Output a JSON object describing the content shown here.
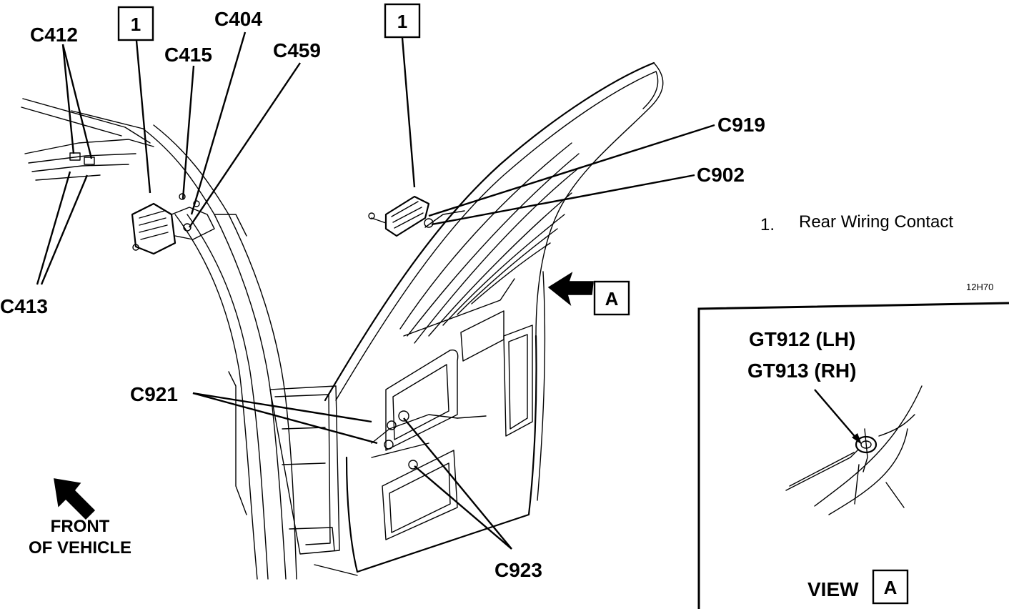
{
  "callouts": {
    "c412": "C412",
    "c413": "C413",
    "c404": "C404",
    "c415": "C415",
    "c459": "C459",
    "c919": "C919",
    "c902": "C902",
    "c921": "C921",
    "c923": "C923"
  },
  "box_refs": {
    "left": "1",
    "right": "1",
    "view_arrow": "A",
    "view_box": "A"
  },
  "legend": {
    "num": "1.",
    "text": "Rear Wiring Contact"
  },
  "figure_code": "12H70",
  "front": {
    "line1": "FRONT",
    "line2": "OF VEHICLE"
  },
  "inset": {
    "gt912": "GT912 (LH)",
    "gt913": "GT913 (RH)",
    "view": "VIEW"
  }
}
